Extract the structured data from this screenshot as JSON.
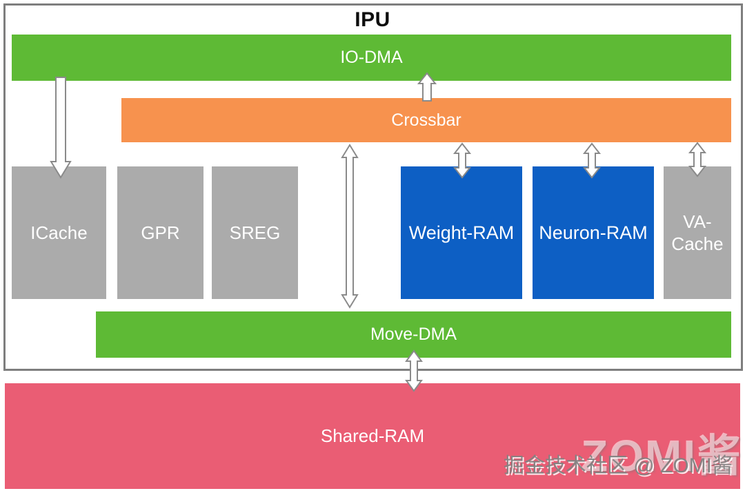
{
  "diagram": {
    "title": "IPU",
    "blocks": {
      "io_dma": "IO-DMA",
      "crossbar": "Crossbar",
      "icache": "ICache",
      "gpr": "GPR",
      "sreg": "SREG",
      "weight_ram": "Weight-RAM",
      "neuron_ram": "Neuron-RAM",
      "va_cache": "VA-Cache",
      "move_dma": "Move-DMA",
      "shared_ram": "Shared-RAM"
    },
    "connections": [
      {
        "from": "IO-DMA",
        "to": "ICache",
        "direction": "down"
      },
      {
        "from": "Crossbar",
        "to": "IO-DMA",
        "direction": "up"
      },
      {
        "from": "Crossbar",
        "to": "Move-DMA",
        "direction": "both"
      },
      {
        "from": "Crossbar",
        "to": "Weight-RAM",
        "direction": "both"
      },
      {
        "from": "Crossbar",
        "to": "Neuron-RAM",
        "direction": "both"
      },
      {
        "from": "Crossbar",
        "to": "VA-Cache",
        "direction": "both"
      },
      {
        "from": "Move-DMA",
        "to": "Shared-RAM",
        "direction": "both"
      }
    ]
  },
  "watermark": {
    "large": "ZOMI酱",
    "small": "掘金技术社区 @ ZOMI酱"
  },
  "colors": {
    "green": "#5eba35",
    "orange": "#f7924e",
    "blue": "#0d5fc4",
    "gray_block": "#ababab",
    "pink": "#ea5d74",
    "border": "#7e7e7e",
    "text_light": "#ffffff",
    "title_text": "#0d0d0d"
  }
}
